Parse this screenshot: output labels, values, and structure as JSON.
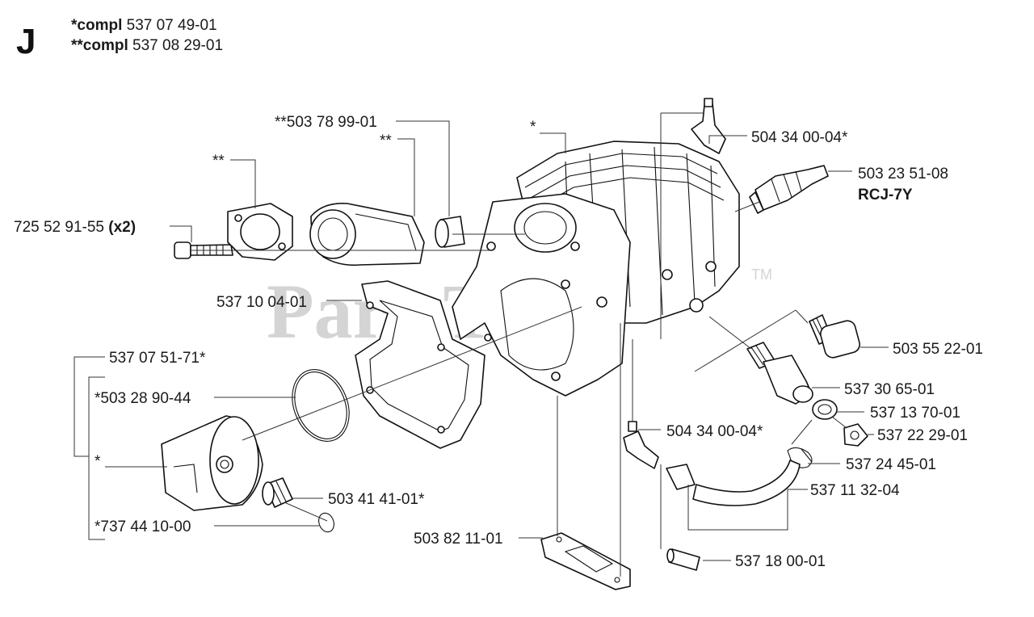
{
  "section": {
    "letter": "J",
    "compl_lines": [
      {
        "prefix": "*compl",
        "number": "537 07 49-01"
      },
      {
        "prefix": "**compl",
        "number": "537 08 29-01"
      }
    ]
  },
  "watermark": {
    "text": "PartsTree",
    "tm": "TM"
  },
  "parts": {
    "screw": {
      "number": "725 52 91-55",
      "qty": "(x2)"
    },
    "gasket_intake": {
      "number": "**"
    },
    "intake_manifold": {
      "number": "**"
    },
    "sleeve": {
      "number": "**503 78 99-01"
    },
    "cylinder": {
      "number": "*"
    },
    "nipple_top": {
      "number": "504 34 00-04*"
    },
    "spark_plug": {
      "number": "503 23 51-08",
      "type": "RCJ-7Y"
    },
    "gasket_base": {
      "number": "537 10 04-01"
    },
    "piston_kit": {
      "number": "537 07 51-71*"
    },
    "piston_ring": {
      "number": "*503 28 90-44"
    },
    "piston": {
      "number": "*"
    },
    "needle_bearing": {
      "number": "503 41 41-01*"
    },
    "circlip": {
      "number": "*737 44 10-00"
    },
    "plug": {
      "number": "503 55 22-01"
    },
    "decomp_valve": {
      "number": "537 30 65-01"
    },
    "washer": {
      "number": "537 13 70-01"
    },
    "banjo_screw": {
      "number": "537 22 29-01"
    },
    "nipple_bottom": {
      "number": "504 34 00-04*"
    },
    "clamp": {
      "number": "537 24 45-01"
    },
    "hose": {
      "number": "537 11 32-04"
    },
    "exhaust_gasket": {
      "number": "503 82 11-01"
    },
    "filter": {
      "number": "537 18 00-01"
    }
  }
}
